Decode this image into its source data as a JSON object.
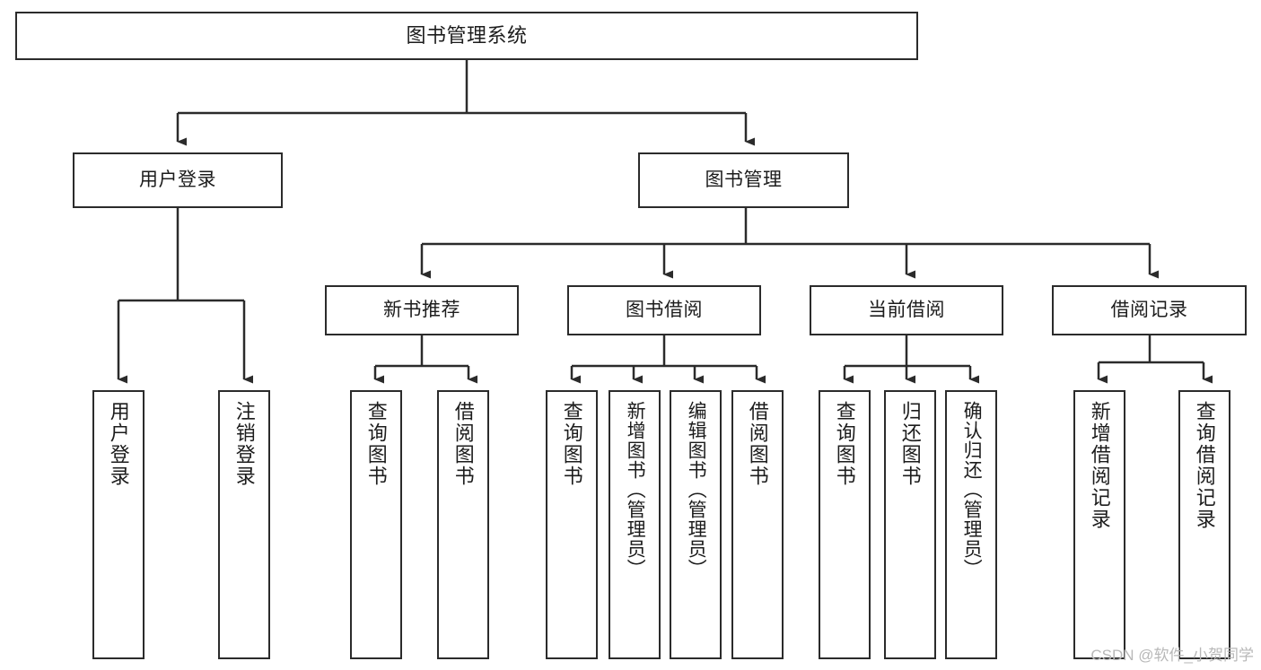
{
  "diagram": {
    "title": "图书管理系统",
    "type": "hierarchy-tree",
    "colors": {
      "box_border": "#2b2b2b",
      "box_fill": "#ffffff",
      "edge": "#2b2b2b",
      "text": "#1c1c1c",
      "watermark": "#b8b8b8"
    },
    "root": {
      "label": "图书管理系统"
    },
    "level2": [
      {
        "label": "用户登录"
      },
      {
        "label": "图书管理"
      }
    ],
    "level3": [
      {
        "label": "新书推荐"
      },
      {
        "label": "图书借阅"
      },
      {
        "label": "当前借阅"
      },
      {
        "label": "借阅记录"
      }
    ],
    "leaves": {
      "user_login": [
        {
          "label": "用户登录"
        },
        {
          "label": "注销登录"
        }
      ],
      "new_book_recommend": [
        {
          "label": "查询图书"
        },
        {
          "label": "借阅图书"
        }
      ],
      "book_borrow": [
        {
          "label": "查询图书"
        },
        {
          "label": "新增图书（管理员）"
        },
        {
          "label": "编辑图书（管理员）"
        },
        {
          "label": "借阅图书"
        }
      ],
      "current_borrow": [
        {
          "label": "查询图书"
        },
        {
          "label": "归还图书"
        },
        {
          "label": "确认归还（管理员）"
        }
      ],
      "borrow_record": [
        {
          "label": "新增借阅记录"
        },
        {
          "label": "查询借阅记录"
        }
      ]
    }
  },
  "watermark": {
    "text": "CSDN @软件_小贺同学"
  }
}
